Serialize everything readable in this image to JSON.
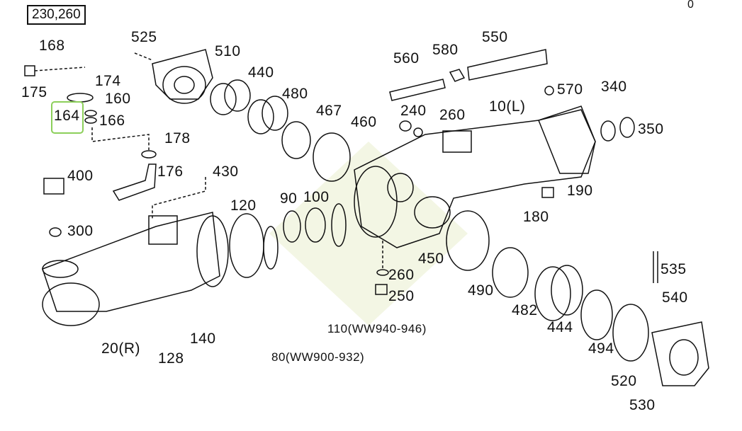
{
  "reference": "230,260",
  "corner_mark": "0",
  "highlighted_part": "164",
  "labels": {
    "p168": "168",
    "p525": "525",
    "p510": "510",
    "p174": "174",
    "p175": "175",
    "p160": "160",
    "p164": "164",
    "p166": "166",
    "p178": "178",
    "p176": "176",
    "p430": "430",
    "p400": "400",
    "p300": "300",
    "p440": "440",
    "p480": "480",
    "p467": "467",
    "p460": "460",
    "p560": "560",
    "p580": "580",
    "p550": "550",
    "p570": "570",
    "p340": "340",
    "p350": "350",
    "p240": "240",
    "p260a": "260",
    "p10": "10(L)",
    "p190": "190",
    "p180": "180",
    "p120": "120",
    "p90": "90",
    "p100": "100",
    "p450": "450",
    "p260b": "260",
    "p250": "250",
    "p490": "490",
    "p482": "482",
    "p444": "444",
    "p494": "494",
    "p535": "535",
    "p540": "540",
    "p520": "520",
    "p530": "530",
    "p110": "110(WW940-946)",
    "p80": "80(WW900-932)",
    "p20": "20(R)",
    "p140": "140",
    "p128": "128"
  }
}
